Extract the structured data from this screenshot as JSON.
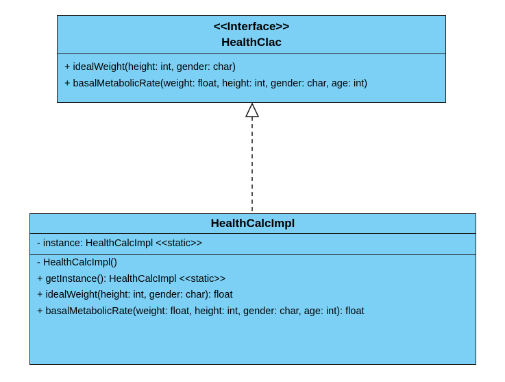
{
  "interface_class": {
    "stereotype": "<<Interface>>",
    "name": "HealthClac",
    "methods": [
      "+ idealWeight(height: int, gender: char)",
      "+ basalMetabolicRate(weight: float, height: int, gender: char, age: int)"
    ]
  },
  "impl_class": {
    "name": "HealthCalcImpl",
    "attributes": [
      "- instance: HealthCalcImpl <<static>>"
    ],
    "methods": [
      "- HealthCalcImpl()",
      "+ getInstance(): HealthCalcImpl <<static>>",
      "+ idealWeight(height: int, gender: char): float",
      "+ basalMetabolicRate(weight: float, height: int, gender: char, age: int): float"
    ]
  },
  "relationship": {
    "type": "realization"
  },
  "colors": {
    "class_fill": "#7dd0f5",
    "border": "#1a1a1a"
  }
}
